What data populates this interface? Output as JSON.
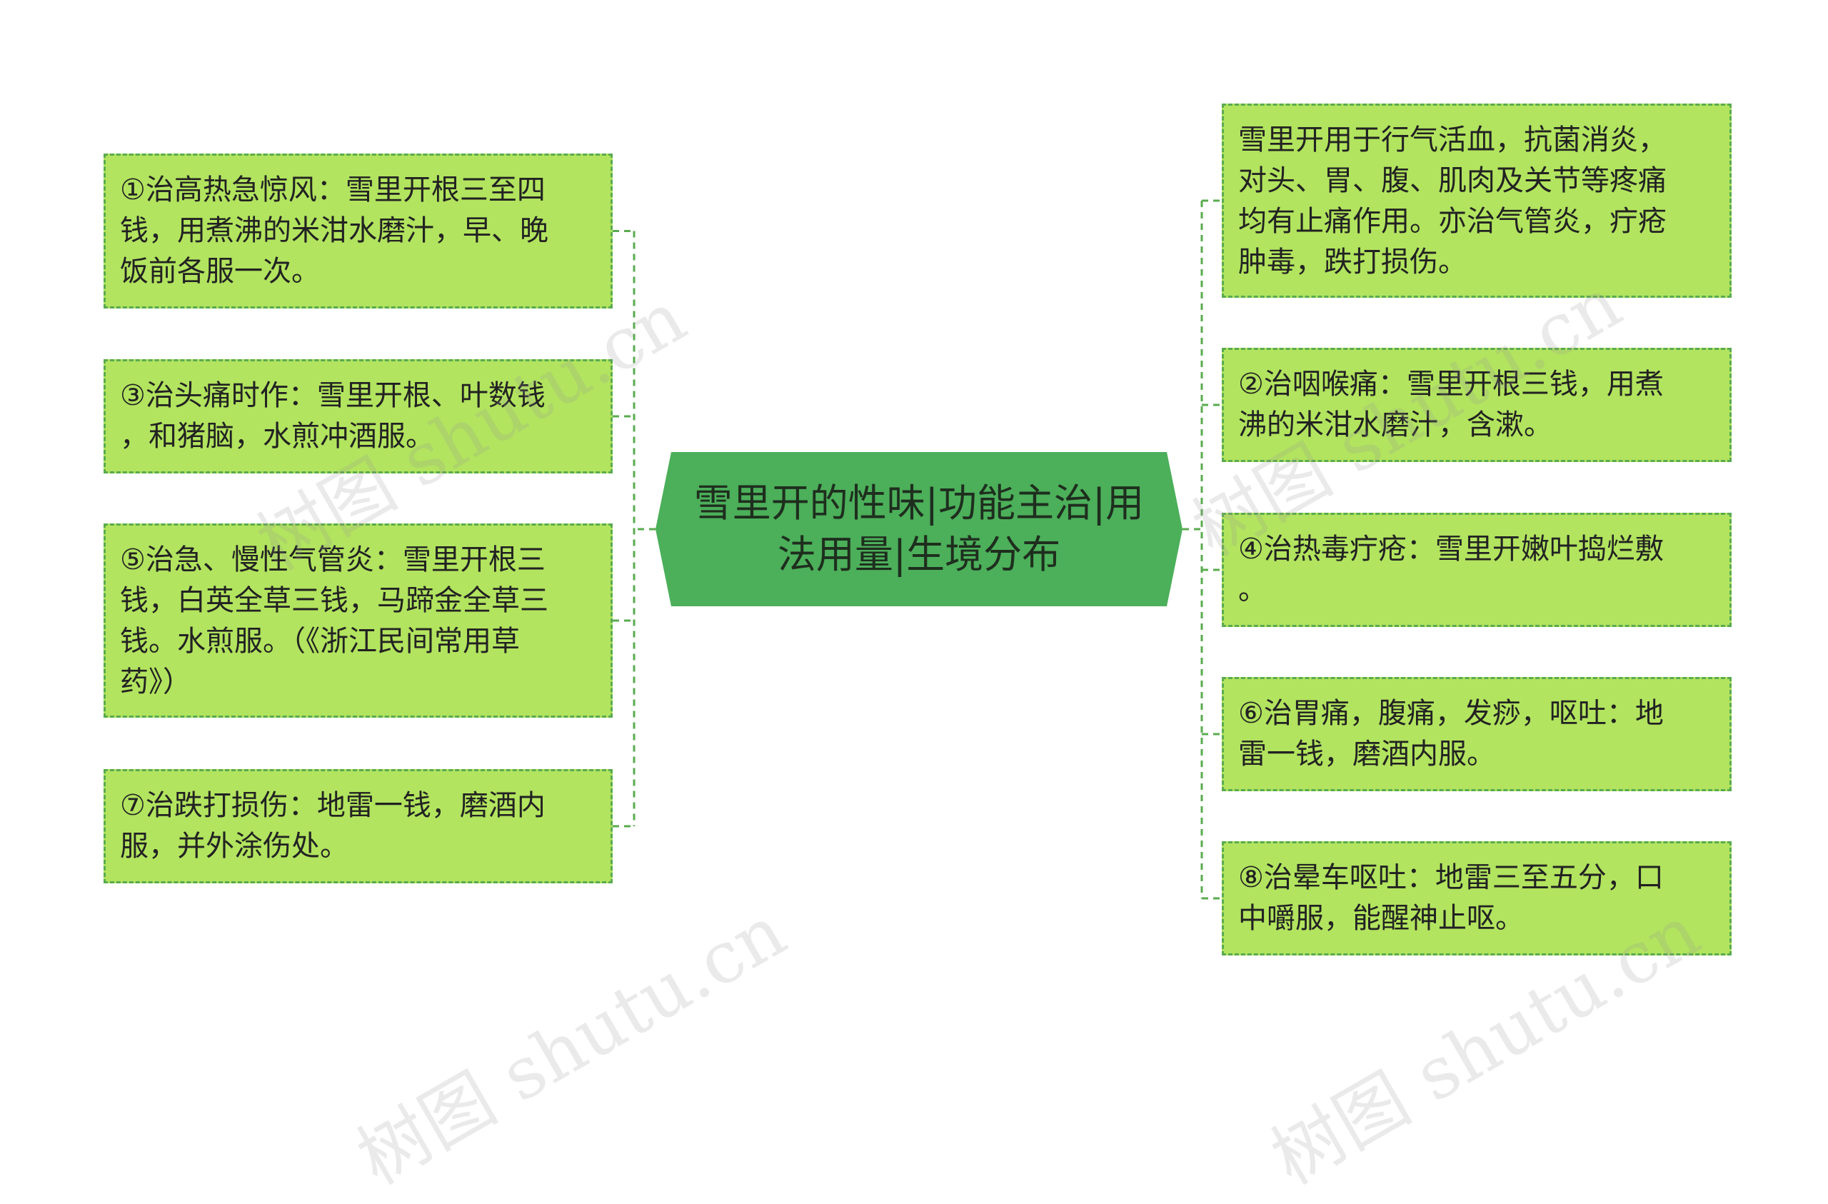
{
  "root": {
    "lines": [
      "雪里开的性味|功能主治|用",
      "法用量|生境分布"
    ],
    "fill": "#4caf5a"
  },
  "left": [
    {
      "lines": [
        "①治高热急惊风：雪里开根三至四",
        "钱，用煮沸的米泔水磨汁，早、晚",
        "饭前各服一次。"
      ]
    },
    {
      "lines": [
        "③治头痛时作：雪里开根、叶数钱",
        "，和猪脑，水煎冲酒服。"
      ]
    },
    {
      "lines": [
        "⑤治急、慢性气管炎：雪里开根三",
        "钱，白英全草三钱，马蹄金全草三",
        "钱。水煎服。（《浙江民间常用草",
        "药》）"
      ]
    },
    {
      "lines": [
        "⑦治跌打损伤：地雷一钱，磨酒内",
        "服，并外涂伤处。"
      ]
    }
  ],
  "right": [
    {
      "lines": [
        "雪里开用于行气活血，抗菌消炎，",
        "对头、胃、腹、肌肉及关节等疼痛",
        "均有止痛作用。亦治气管炎，疔疮",
        "肿毒，跌打损伤。"
      ]
    },
    {
      "lines": [
        "②治咽喉痛：雪里开根三钱，用煮",
        "沸的米泔水磨汁，含漱。"
      ]
    },
    {
      "lines": [
        "④治热毒疔疮：雪里开嫩叶捣烂敷",
        "。"
      ]
    },
    {
      "lines": [
        "⑥治胃痛，腹痛，发痧，呕吐：地",
        "雷一钱，磨酒内服。"
      ]
    },
    {
      "lines": [
        "⑧治晕车呕吐：地雷三至五分，口",
        "中嚼服，能醒神止呕。"
      ]
    }
  ],
  "watermark": "树图 shutu.cn",
  "colors": {
    "node_fill": "#b2e45f",
    "node_border": "#5aab4f",
    "connector": "#5aab4f"
  }
}
